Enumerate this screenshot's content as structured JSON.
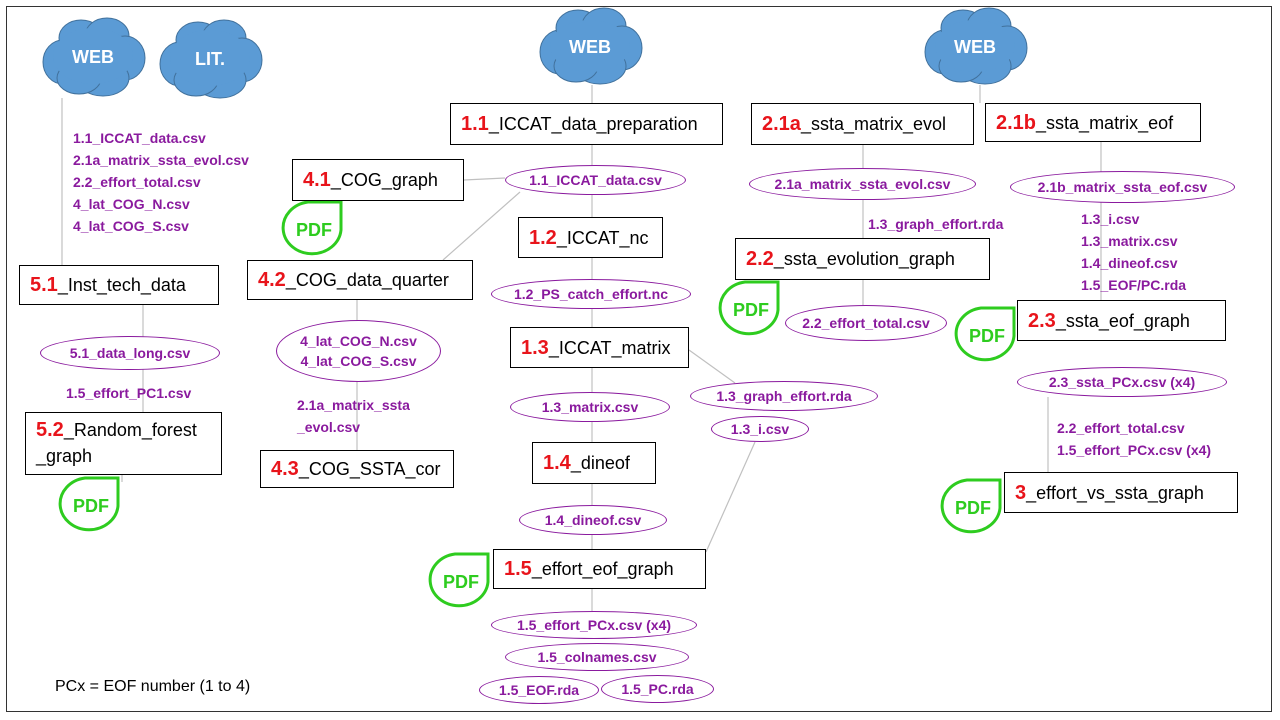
{
  "colors": {
    "box_number": "#e8141b",
    "file_label": "#8a1a9e",
    "pdf_badge": "#2ecc1f",
    "cloud": "#5b9bd5"
  },
  "clouds": [
    {
      "id": "web1",
      "label": "WEB"
    },
    {
      "id": "lit",
      "label": "LIT."
    },
    {
      "id": "web2",
      "label": "WEB"
    },
    {
      "id": "web3",
      "label": "WEB"
    }
  ],
  "boxes": {
    "b11": {
      "num": "1.1",
      "name": "_ICCAT_data_preparation"
    },
    "b12": {
      "num": "1.2",
      "name": "_ICCAT_nc"
    },
    "b13": {
      "num": "1.3",
      "name": "_ICCAT_matrix"
    },
    "b14": {
      "num": "1.4",
      "name": "_dineof"
    },
    "b15": {
      "num": "1.5",
      "name": "_effort_eof_graph"
    },
    "b21a": {
      "num": "2.1a",
      "name": "_ssta_matrix_evol"
    },
    "b21b": {
      "num": "2.1b",
      "name": "_ssta_matrix_eof"
    },
    "b22": {
      "num": "2.2",
      "name": "_ssta_evolution_graph"
    },
    "b23": {
      "num": "2.3",
      "name": "_ssta_eof_graph"
    },
    "b3": {
      "num": "3",
      "name": "_effort_vs_ssta_graph"
    },
    "b41": {
      "num": "4.1",
      "name": "_COG_graph"
    },
    "b42": {
      "num": "4.2",
      "name": "_COG_data_quarter"
    },
    "b43": {
      "num": "4.3",
      "name": "_COG_SSTA_cor"
    },
    "b51": {
      "num": "5.1",
      "name": "_Inst_tech_data"
    },
    "b52": {
      "num": "5.2",
      "name": "_Random_forest",
      "name2": "_graph"
    }
  },
  "ovals": {
    "o11": [
      "1.1_ICCAT_data.csv"
    ],
    "o12": [
      "1.2_PS_catch_effort.nc"
    ],
    "o13m": [
      "1.3_matrix.csv"
    ],
    "o13g": [
      "1.3_graph_effort.rda"
    ],
    "o13i": [
      "1.3_i.csv"
    ],
    "o14": [
      "1.4_dineof.csv"
    ],
    "o15pcx": [
      "1.5_effort_PCx.csv (x4)"
    ],
    "o15col": [
      "1.5_colnames.csv"
    ],
    "o15eof": [
      "1.5_EOF.rda"
    ],
    "o15pc": [
      "1.5_PC.rda"
    ],
    "o21a": [
      "2.1a_matrix_ssta_evol.csv"
    ],
    "o21b": [
      "2.1b_matrix_ssta_eof.csv"
    ],
    "o22": [
      "2.2_effort_total.csv"
    ],
    "o23": [
      "2.3_ssta_PCx.csv (x4)"
    ],
    "o4lat": [
      "4_lat_COG_N.csv",
      "4_lat_COG_S.csv"
    ],
    "o51": [
      "5.1_data_long.csv"
    ]
  },
  "labels": {
    "web_inputs": [
      "1.1_ICCAT_data.csv",
      "2.1a_matrix_ssta_evol.csv",
      "2.2_effort_total.csv",
      "4_lat_COG_N.csv",
      "4_lat_COG_S.csv"
    ],
    "l15pc1": [
      "1.5_effort_PC1.csv"
    ],
    "l21a_ssta": [
      "2.1a_matrix_ssta",
      "_evol.csv"
    ],
    "l13graph": [
      "1.3_graph_effort.rda"
    ],
    "l21b_inputs": [
      "1.3_i.csv",
      "1.3_matrix.csv",
      "1.4_dineof.csv",
      "1.5_EOF/PC.rda"
    ],
    "l3_inputs": [
      "2.2_effort_total.csv",
      "1.5_effort_PCx.csv (x4)"
    ]
  },
  "pdf_label": "PDF",
  "footnote": "PCx = EOF number (1 to 4)"
}
